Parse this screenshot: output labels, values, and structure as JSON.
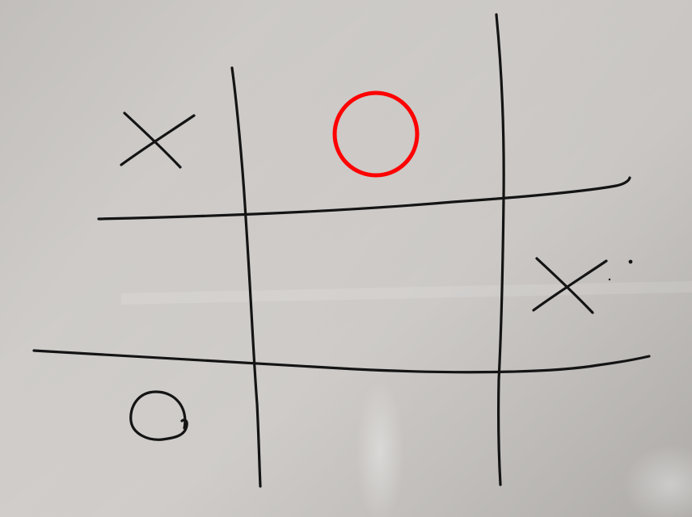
{
  "board": {
    "rows": 3,
    "cols": 3,
    "cells": [
      [
        "X",
        "",
        ""
      ],
      [
        "",
        "",
        "X"
      ],
      [
        "O",
        "",
        ""
      ]
    ]
  },
  "highlight": {
    "row": 0,
    "col": 1,
    "shape": "circle",
    "color": "#ff0000"
  },
  "colors": {
    "paper": "#cfccc9",
    "ink": "#141414"
  }
}
